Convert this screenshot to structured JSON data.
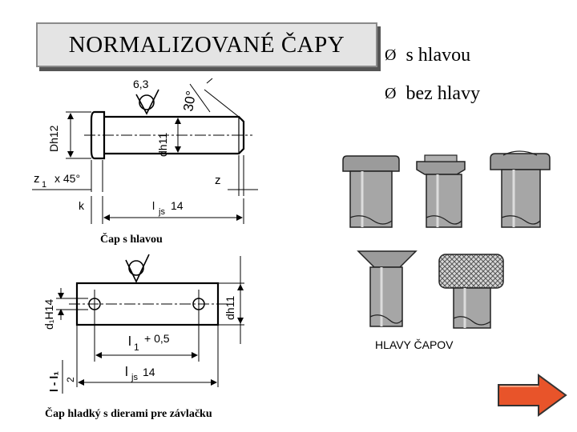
{
  "title": "NORMALIZOVANÉ ČAPY",
  "bullets": [
    {
      "arrow": "Ø",
      "text": "s hlavou"
    },
    {
      "arrow": "Ø",
      "text": "bez hlavy"
    }
  ],
  "drawing_top": {
    "roughness": "6,3",
    "angle": "30°",
    "dia_head": "Dh12",
    "dia_shaft": "dh11",
    "chamfer_z": "z",
    "chamfer_sub": "1",
    "chamfer_x": "x 45°",
    "z_label": "z",
    "k_label": "k",
    "len_label": "l",
    "len_tol": "js",
    "len_tol_grade": "14",
    "caption": "Čap s hlavou"
  },
  "drawing_bottom": {
    "dia_hole": "d₁H14",
    "dia_shaft": "dh11",
    "l1_label": "l",
    "l1_sub": "1",
    "l1_tol": "+ 0,5",
    "half_label": "l - l₁",
    "half_den": "2",
    "len_label": "l",
    "len_tol": "js",
    "len_tol_grade": "14",
    "caption": "Čap hladký s dierami pre závlačku"
  },
  "heads_caption": "HLAVY ČAPOV",
  "nav": {
    "next_icon": "arrow-right-icon",
    "color": "#e8542a"
  }
}
